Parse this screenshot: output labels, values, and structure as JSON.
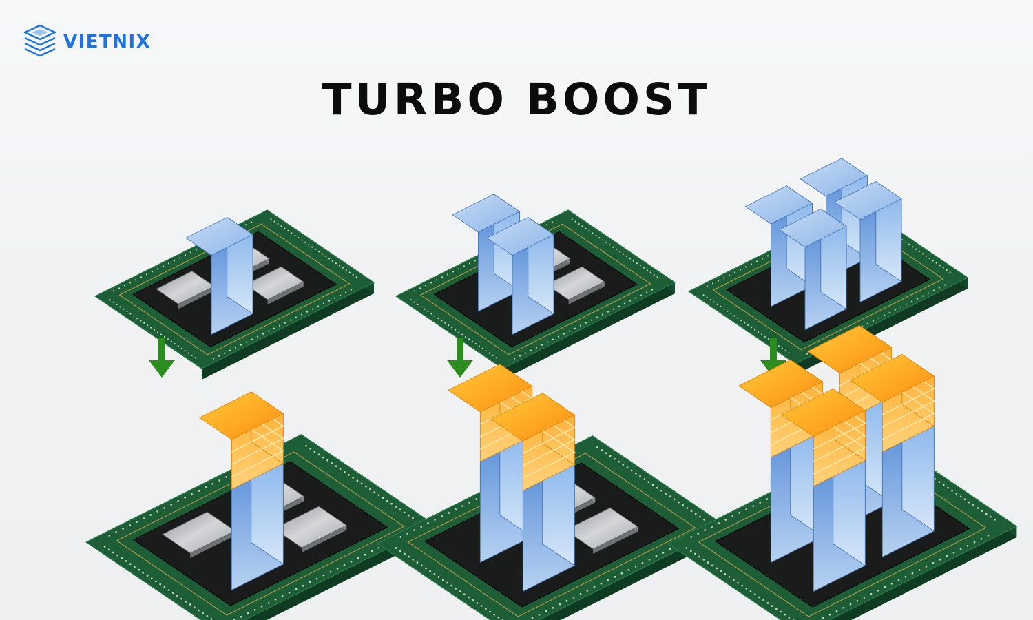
{
  "brand": {
    "name": "VIETNIX",
    "logo_icon": "stacked-server-layers-icon",
    "color": "#1f73df"
  },
  "title": "TURBO BOOST",
  "colors": {
    "board": "#1d5e37",
    "die": "#1a1c1b",
    "core_inactive": "#9fa2a5",
    "core_active": "#7aa9e4",
    "boost_cap": "#ff9f1a",
    "arrow": "#2a8d1e"
  },
  "panels": [
    {
      "active_cores": 1,
      "total_cores": 4
    },
    {
      "active_cores": 2,
      "total_cores": 4
    },
    {
      "active_cores": 4,
      "total_cores": 4
    }
  ]
}
